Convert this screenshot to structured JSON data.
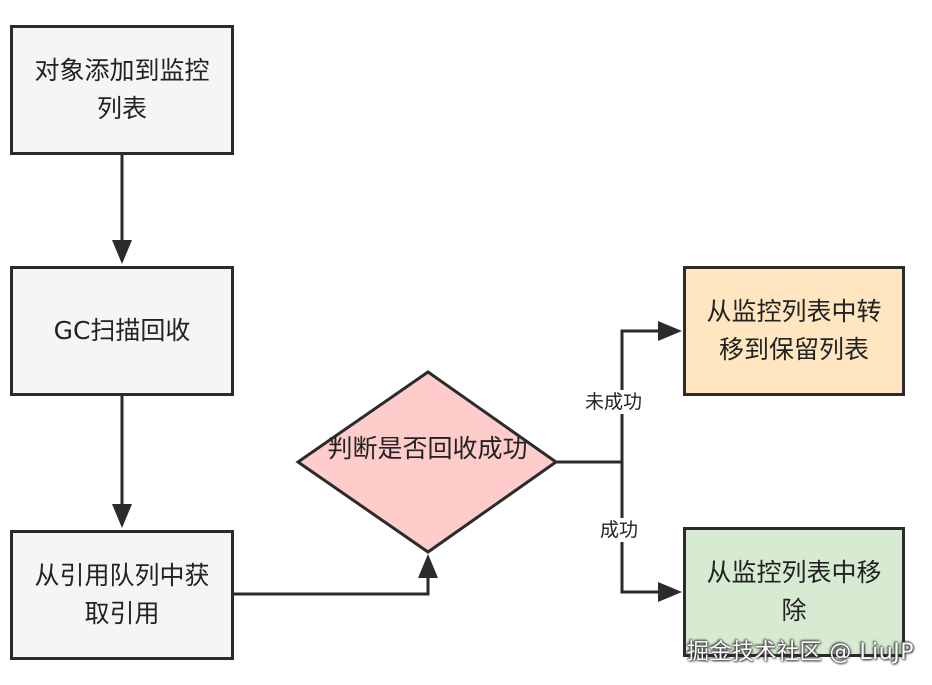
{
  "nodes": {
    "add_to_monitor": "对象添加到监控列表",
    "gc_scan": "GC扫描回收",
    "get_reference": "从引用队列中获取引用",
    "decision": "判断是否回收成功",
    "move_to_retain": "从监控列表中转移到保留列表",
    "remove": "从监控列表中移除"
  },
  "edges": {
    "fail_label": "未成功",
    "success_label": "成功"
  },
  "watermark": "掘金技术社区 @ LiuJP",
  "colors": {
    "stroke": "#2b2b2b",
    "default_fill": "#f5f5f5",
    "decision_fill": "#ffcccc",
    "retain_fill": "#ffe6c0",
    "remove_fill": "#d6ebd2"
  }
}
